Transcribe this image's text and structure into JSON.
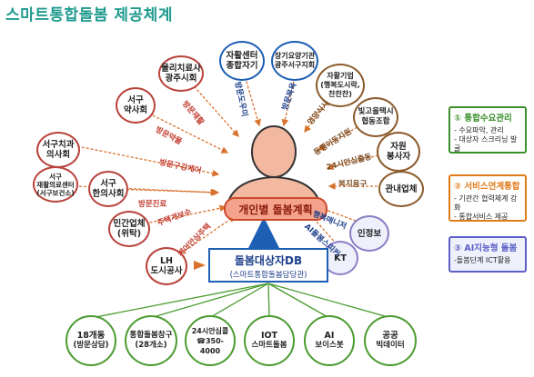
{
  "title": "스마트통합돌봄 제공체계",
  "center": {
    "label": "개인별 돌봄계획"
  },
  "db": {
    "title": "돌봄대상자DB",
    "subtitle": "(스마트통합돌봄담당관)"
  },
  "nodes": {
    "n1": "서구\n재활의료센터\n(서구보건소)",
    "n2": "서구\n한의사회",
    "n3": "서구치과\n의사회",
    "n4": "서구\n약사회",
    "n5": "물리치료사\n광주시회",
    "n6": "자활센터\n종합자기",
    "n7": "장기요양기관\n광주서구지회",
    "n8": "자활기업\n(행복도시락,\n찬찬찬)",
    "n9": "빛고을택시\n협동조합",
    "n10": "자원\n봉사자",
    "n11": "관내업체",
    "n12": "인정보",
    "n13": "KT",
    "n14": "LH\n도시공사",
    "n15": "민간업체\n(위탁)"
  },
  "labels": {
    "l_visit_rehab": "방문재활",
    "l_visit_medicine": "방문약물",
    "l_visit_dental": "방문구강케어",
    "l_visit_treat": "방문진료",
    "l_housing": "주택개보수",
    "l_care_safety": "케어안심주택",
    "l_life_care": "방문도우미",
    "l_visit_nursing": "방문목욕",
    "l_meal": "영양식사",
    "l_transport": "동행이동지원",
    "l_24h": "24시안심출동",
    "l_welfare": "복지용구",
    "l_happy": "행복매니저",
    "l_ai_speaker": "AI돌봄스피커"
  },
  "bottom": [
    {
      "line1": "18개동",
      "line2": "(방문상담)"
    },
    {
      "line1": "통합돌봄창구",
      "line2": "(28개소)"
    },
    {
      "line1": "24시안심콜",
      "line2": "☎350-4000"
    },
    {
      "line1": "IOT",
      "line2": "스마트돌봄"
    },
    {
      "line1": "AI",
      "line2": "보이스봇"
    },
    {
      "line1": "공공",
      "line2": "빅데이터"
    }
  ],
  "panels": [
    {
      "num": "①",
      "head": "통합수요관리",
      "items": [
        "- 수요파악, 관리",
        "- 대상자 스크리닝 발굴"
      ],
      "color": "#3a8f2a"
    },
    {
      "num": "②",
      "head": "서비스연계통합",
      "items": [
        "- 기관간 협력체계 강화",
        "- 통합서비스 제공"
      ],
      "color": "#e07b1a"
    },
    {
      "num": "③",
      "head": "AI지능형 돌봄",
      "items": [
        "-돌봄단계 ICT활용"
      ],
      "color": "#5b5fc7"
    }
  ],
  "colors": {
    "accent": "#1f9a8e",
    "red": "#b9413a",
    "brown": "#8b5a2b",
    "blue": "#1d5fb3",
    "green": "#4b9b2f"
  }
}
